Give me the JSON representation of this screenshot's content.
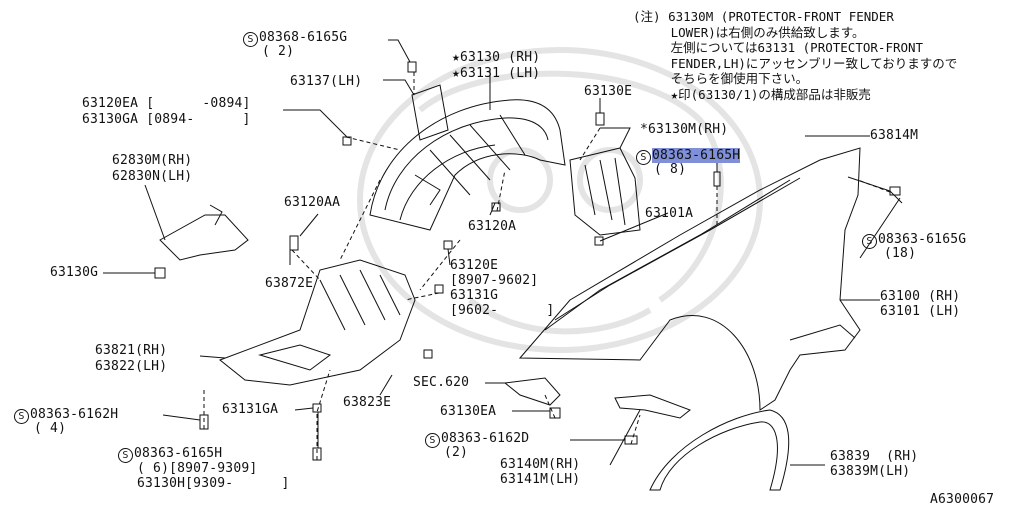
{
  "note": {
    "lines": [
      "(注) 63130M (PROTECTOR-FRONT FENDER",
      "     LOWER)は右側のみ供給致します。",
      "     左側については63131 (PROTECTOR-FRONT",
      "     FENDER,LH)にアッセンブリー致しておりますので",
      "     そちらを御使用下さい。",
      "     ★印(63130/1)の構成部品は非販売"
    ]
  },
  "callouts": {
    "c_08368_6165g": {
      "symbol": "S",
      "text": "08368-6165G",
      "qty": "( 2)"
    },
    "c_63130_rh": "★63130 (RH)",
    "c_63131_lh": "★63131 (LH)",
    "c_63137": "63137(LH)",
    "c_63130e": "63130E",
    "c_63120ea": "63120EA [      -0894]",
    "c_63130ga": "63130GA [0894-      ]",
    "c_63130m": "*63130M(RH)",
    "c_08363_6165h_top": {
      "symbol": "S",
      "text": "08363-6165H",
      "qty": "( 8)"
    },
    "c_63814m": "63814M",
    "c_62830m": "62830M(RH)",
    "c_62830n": "62830N(LH)",
    "c_63120aa": "63120AA",
    "c_63101a": "63101A",
    "c_63120a": "63120A",
    "c_08363_6165g": {
      "symbol": "S",
      "text": "08363-6165G",
      "qty": "(18)"
    },
    "c_63130g": "63130G",
    "c_63872e": "63872E",
    "c_63120e": [
      "63120E",
      "[8907-9602]",
      "63131G",
      "[9602-      ]"
    ],
    "c_63100": "63100 (RH)",
    "c_63101": "63101 (LH)",
    "c_63821": "63821(RH)",
    "c_63822": "63822(LH)",
    "c_sec620": "SEC.620",
    "c_08363_6162h": {
      "symbol": "S",
      "text": "08363-6162H",
      "qty": "( 4)"
    },
    "c_63131ga": "63131GA",
    "c_63823e": "63823E",
    "c_63130ea": "63130EA",
    "c_08363_6162d": {
      "symbol": "S",
      "text": "08363-6162D",
      "qty": "(2)"
    },
    "c_08363_6165h_bot": {
      "symbol": "S",
      "text": "08363-6165H",
      "qty": "( 6)[8907-9309]",
      "extra": "63130H[9309-      ]"
    },
    "c_63140m": "63140M(RH)",
    "c_63141m": "63141M(LH)",
    "c_63839": "63839  (RH)",
    "c_63839m": "63839M(LH)",
    "c_diagram_id": "A6300067"
  },
  "colors": {
    "line": "#111111",
    "highlight": "#7f8fd8",
    "watermark": "#e6e6e6"
  }
}
